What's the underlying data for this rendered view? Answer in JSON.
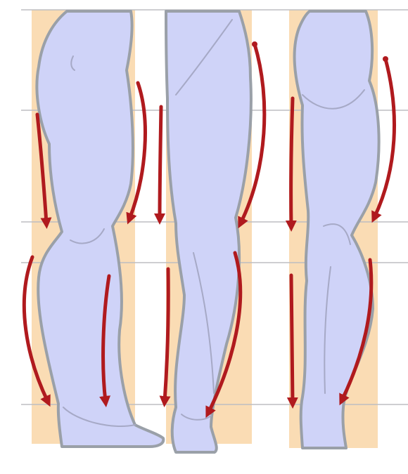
{
  "canvas": {
    "background": "#ffffff"
  },
  "colors": {
    "column_fill": "#fadcb4",
    "leg_fill": "#cfd3f8",
    "leg_outline": "#9aa0a8",
    "leg_inner_lines": "#a6a9c6",
    "guide_line": "#bdbdc2",
    "arrow": "#b01a1e"
  },
  "legs": [
    {
      "view": "side-view-left"
    },
    {
      "view": "back-view"
    },
    {
      "view": "side-view-right"
    }
  ],
  "icons": {
    "arrow_shape": "flow-direction-arrow"
  }
}
